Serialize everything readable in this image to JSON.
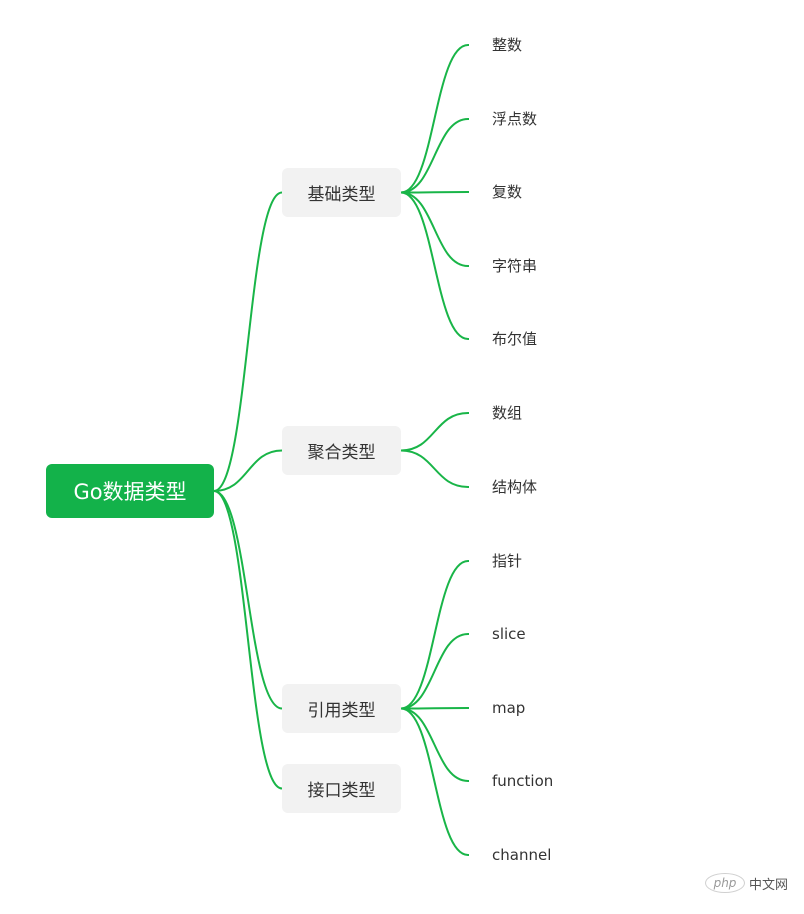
{
  "colors": {
    "accent": "#13b24a",
    "branch_line": "#19b548",
    "category_bg": "#f2f2f2",
    "text": "#333333"
  },
  "root": {
    "label": "Go数据类型"
  },
  "categories": [
    {
      "label": "基础类型",
      "children": [
        "整数",
        "浮点数",
        "复数",
        "字符串",
        "布尔值"
      ]
    },
    {
      "label": "聚合类型",
      "children": [
        "数组",
        "结构体"
      ]
    },
    {
      "label": "引用类型",
      "children": [
        "指针",
        "slice",
        "map",
        "function",
        "channel"
      ]
    },
    {
      "label": "接口类型",
      "children": []
    }
  ],
  "watermark": {
    "logo_text": "php",
    "text": "中文网"
  }
}
